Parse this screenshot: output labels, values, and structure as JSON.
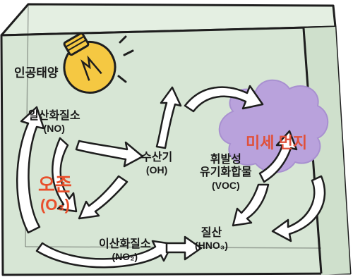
{
  "colors": {
    "box_fill": "#d7e6d5",
    "box_edge": "#1e1e1e",
    "bulb": "#f5c842",
    "dust_cloud": "#b9a2dc",
    "ozone_text": "#e8502c",
    "dust_text": "#e0503a",
    "arrow_fill": "#ffffff",
    "label_text": "#1a1a1a"
  },
  "labels": {
    "artificial_sun": "인공태양",
    "no_name": "일산화질소",
    "no_formula": "(NO)",
    "ozone_name": "오존",
    "ozone_formula": "(O₃)",
    "oh_name": "수산기",
    "oh_formula": "(OH)",
    "voc_top": "휘발성",
    "voc_name": "유기화합물",
    "voc_formula": "(VOC)",
    "fine_dust": "미세 먼지",
    "hno3_name": "질산",
    "hno3_formula": "(HNO₃)",
    "no2_name": "이산화질소",
    "no2_formula": "(NO₂)"
  },
  "icons": [
    "light-bulb-icon",
    "sun-ray-icon",
    "dust-cloud-icon",
    "cycle-arrow-icon"
  ]
}
